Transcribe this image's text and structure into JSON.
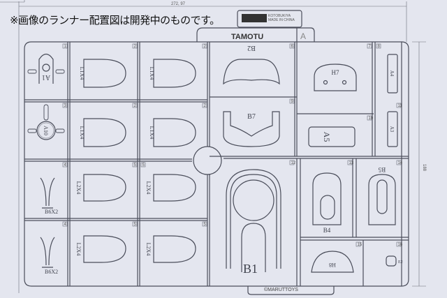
{
  "note": "※画像のランナー配置図は開発中のものです。",
  "logo": {
    "brand": "KOTOBUKIYA",
    "made_in": "MADE IN CHINA"
  },
  "runner_name": "TAMOTU",
  "runner_letter": "A",
  "copyright": "©MARUTTOYS",
  "dimensions": {
    "width": "272, 97",
    "height": "188"
  },
  "parts": {
    "a1": "A1",
    "a10": "A10",
    "l1": "L1X4",
    "l2": "L2X4",
    "b6": "B6X2",
    "b2": "B2",
    "b7": "B7",
    "h7": "H7",
    "a5": "A5",
    "a4": "A4",
    "a3": "A3",
    "b1": "B1",
    "b4": "B4",
    "b5": "B5",
    "h8": "H8",
    "e2": "E2"
  },
  "cell_numbers": [
    "1",
    "2",
    "2",
    "3",
    "2",
    "2",
    "4",
    "5",
    "5",
    "4",
    "5",
    "5",
    "6",
    "7",
    "8",
    "9",
    "10",
    "11",
    "12",
    "13",
    "14",
    "15",
    "16"
  ]
}
